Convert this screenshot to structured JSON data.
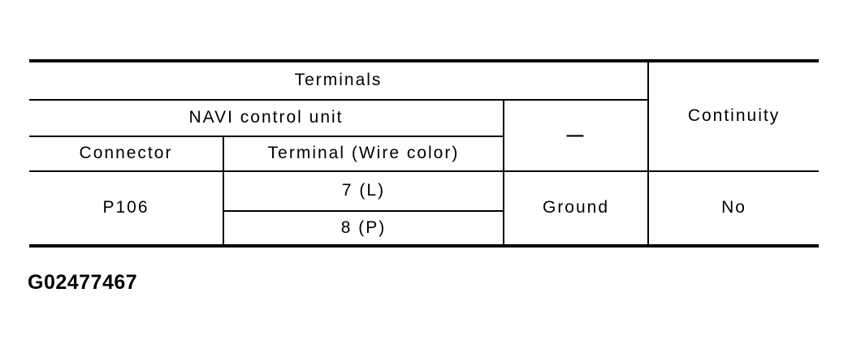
{
  "page": {
    "background_color": "#ffffff",
    "line_color": "#000000",
    "text_color": "#000000"
  },
  "table": {
    "header": {
      "terminals_label": "Terminals",
      "navi_label": "NAVI control unit",
      "connector_label": "Connector",
      "terminal_wire_label": "Terminal (Wire color)",
      "dash_label": "—",
      "continuity_label": "Continuity"
    },
    "rows": [
      {
        "connector": "P106",
        "terminals": [
          "7 (L)",
          "8 (P)"
        ],
        "other": "Ground",
        "continuity": "No"
      }
    ]
  },
  "caption": "G02477467"
}
